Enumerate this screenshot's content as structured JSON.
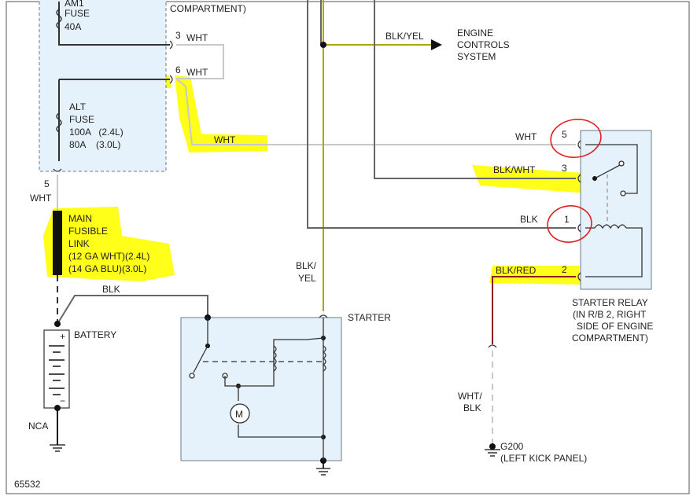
{
  "colors": {
    "frame": "#555555",
    "box_fill": "#e6f2fb",
    "box_stroke": "#6b7a8a",
    "wire": "#666666",
    "wire_white": "#c8c8c8",
    "wire_yellow": "#a8a800",
    "wire_red": "#8a1f1f",
    "highlight": "#ffff00",
    "circle": "#e02020",
    "text": "#222222"
  },
  "fuse_block": {
    "fuse_top": {
      "line1": "AM1",
      "line2": "FUSE",
      "line3": "40A"
    },
    "compartment": "COMPARTMENT)",
    "alt_fuse": {
      "line1": "ALT",
      "line2": "FUSE",
      "line3": "100A   (2.4L)",
      "line4": "80A    (3.0L)"
    },
    "pin3": "3",
    "pin3_wire": "WHT",
    "pin6": "6",
    "pin6_wire": "WHT",
    "pin5": "5",
    "pin5_wire": "WHT"
  },
  "wire_labels": {
    "wht_to_relay": "WHT",
    "blk_yel_h": "BLK/YEL",
    "blk_yel_v1": "BLK/",
    "blk_yel_v2": "YEL",
    "blk_starter": "BLK",
    "wht_blk_1": "WHT/",
    "wht_blk_2": "BLK"
  },
  "engine_controls": {
    "line1": "ENGINE",
    "line2": "CONTROLS",
    "line3": "SYSTEM"
  },
  "fusible_link": {
    "line1": "MAIN",
    "line2": "FUSIBLE",
    "line3": "LINK",
    "line4": "(12 GA WHT)(2.4L)",
    "line5": "(14 GA BLU)(3.0L)"
  },
  "battery": {
    "label": "BATTERY",
    "plus": "+",
    "minus": "−",
    "nca": "NCA"
  },
  "starter": {
    "label": "STARTER",
    "motor": "M"
  },
  "relay": {
    "pin5_wire": "WHT",
    "pin5": "5",
    "pin3_wire": "BLK/WHT",
    "pin3": "3",
    "pin1_wire": "BLK",
    "pin1": "1",
    "pin2_wire": "BLK/RED",
    "pin2": "2",
    "label1": "STARTER RELAY",
    "label2": "(IN R/B 2, RIGHT",
    "label3": "SIDE OF ENGINE",
    "label4": "COMPARTMENT)"
  },
  "ground": {
    "label": "G200",
    "sublabel": "(LEFT KICK PANEL)"
  },
  "diagram_id": "65532"
}
